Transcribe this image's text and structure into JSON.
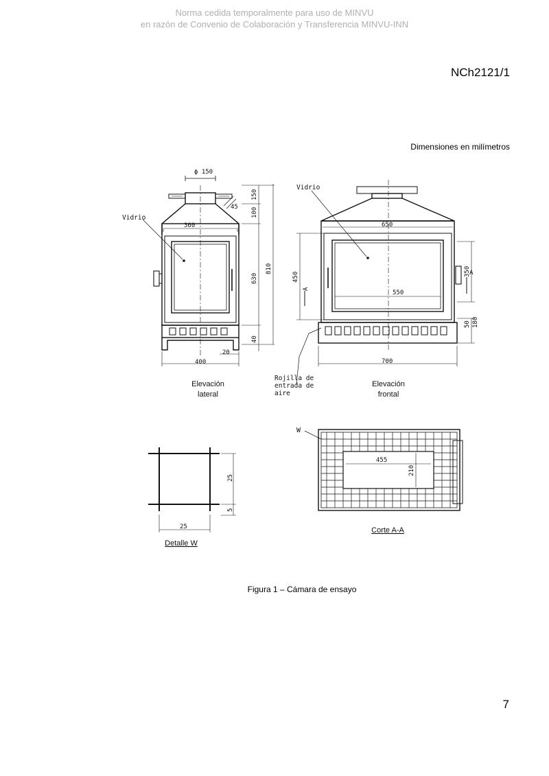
{
  "watermark": {
    "line1": "Norma cedida temporalmente para uso de MINVU",
    "line2": "en razón de Convenio de Colaboración y Transferencia MINVU-INN"
  },
  "header": {
    "doc_code": "NCh2121/1"
  },
  "figure": {
    "dims_note": "Dimensiones en milímetros",
    "caption": "Figura 1 – Cámara de ensayo",
    "labels": {
      "lateral_1": "Elevación",
      "lateral_2": "lateral",
      "frontal_1": "Elevación",
      "frontal_2": "frontal",
      "grille_1": "Rojilla de",
      "grille_2": "entrada de",
      "grille_3": "aire",
      "vidrio_side": "Vidrio",
      "vidrio_front": "Vidrio",
      "detail": "Detalle W",
      "section": "Corte A-A",
      "w_mark": "W",
      "a_mark_left": "A",
      "a_mark_right": "A"
    },
    "dims": {
      "phi150": "ϕ 150",
      "d45": "45",
      "d150": "150",
      "d100": "100",
      "d360": "360",
      "d630": "630",
      "d810": "810",
      "d40": "40",
      "d20": "20",
      "d400": "400",
      "d650": "650",
      "d450": "450",
      "d550": "550",
      "d350": "350",
      "d50": "50",
      "d180": "180",
      "d700": "700",
      "det25v": "25",
      "det5": "5",
      "det25h": "25",
      "d455": "455",
      "d210": "210"
    }
  },
  "footer": {
    "page_number": "7"
  }
}
